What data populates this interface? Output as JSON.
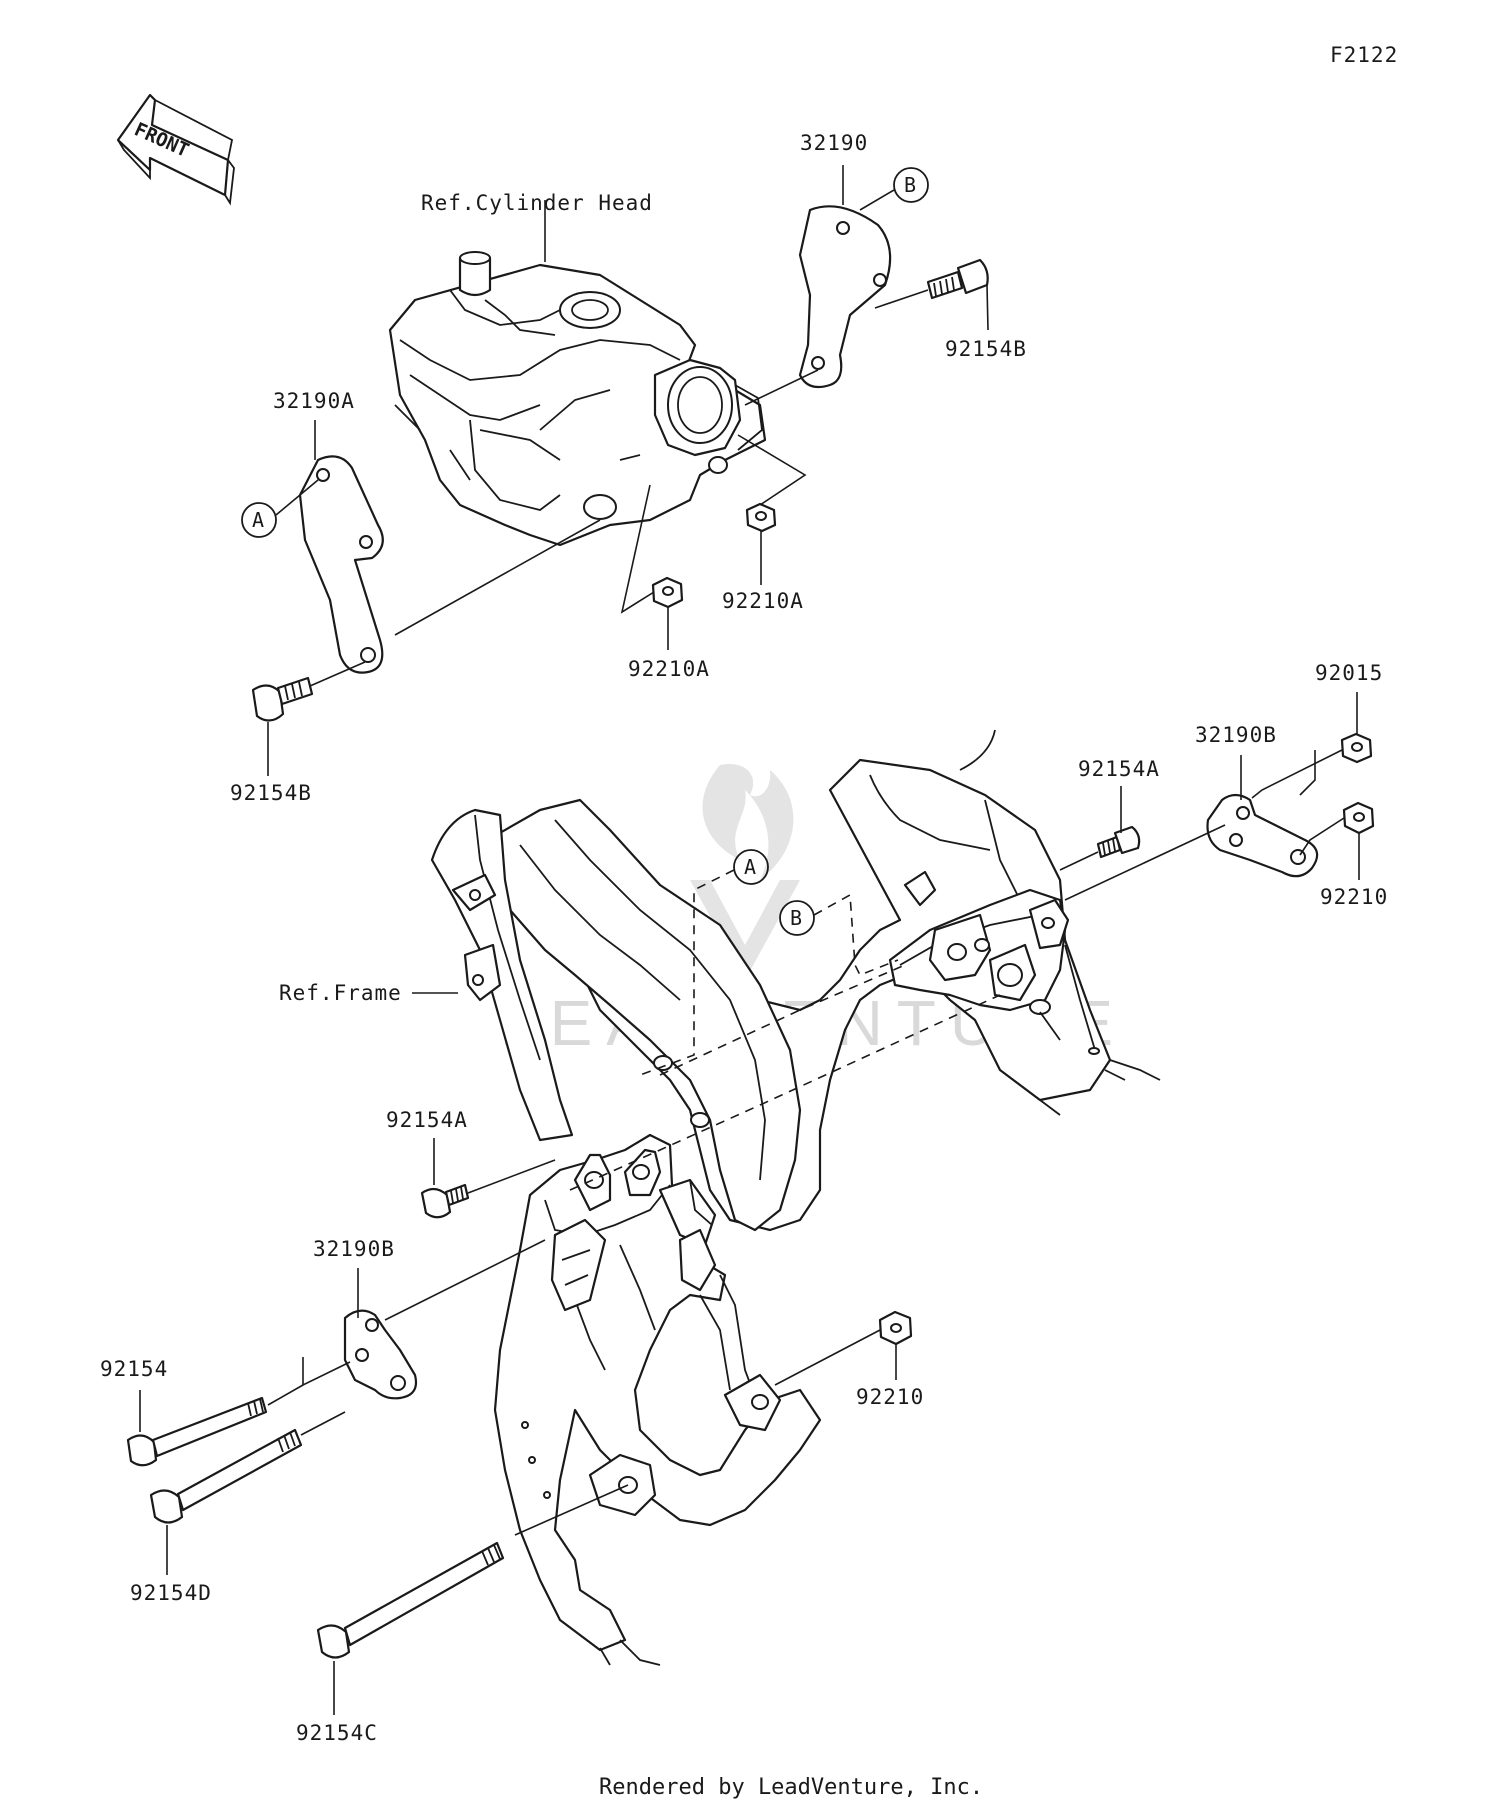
{
  "diagram": {
    "code": "F2122",
    "front_arrow": "FRONT",
    "ref_cylinder_head": "Ref.Cylinder Head",
    "ref_frame": "Ref.Frame",
    "footer": "Rendered by LeadVenture, Inc.",
    "watermark": "LEADVENTURE",
    "callouts": {
      "a": "A",
      "b": "B"
    },
    "parts": {
      "bracket_upper": "32190",
      "bracket_upper_left": "32190A",
      "bracket_right": "32190B",
      "bracket_lower_left": "32190B",
      "bolt_upper_right": "92154B",
      "bolt_upper_left": "92154B",
      "nut_head_right": "92210A",
      "nut_head_lower": "92210A",
      "nut_flange_right": "92015",
      "nut_right": "92210",
      "bolt_frame_right": "92154A",
      "bolt_frame_left": "92154A",
      "bolt_long_top": "92154",
      "bolt_long_mid": "92154D",
      "bolt_long_bottom": "92154C",
      "nut_lower": "92210"
    }
  }
}
